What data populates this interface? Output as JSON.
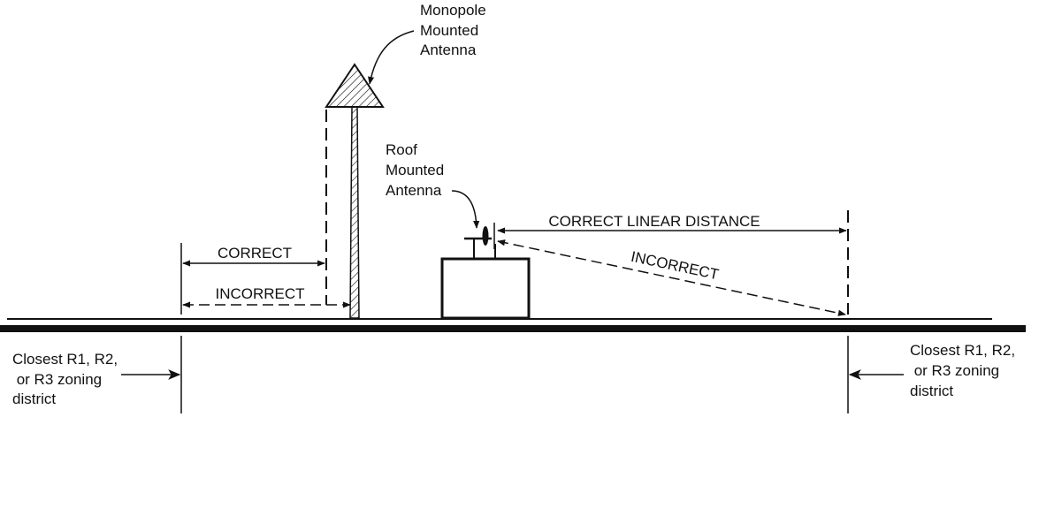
{
  "labels": {
    "monopole": [
      "Monopole",
      "Mounted",
      "Antenna"
    ],
    "roof": [
      "Roof",
      "Mounted",
      "Antenna"
    ],
    "correct": "CORRECT",
    "incorrect_left": "INCORRECT",
    "correct_linear": "CORRECT LINEAR DISTANCE",
    "incorrect_right": "INCORRECT",
    "closest_left": [
      "Closest R1, R2,",
      " or R3 zoning",
      "district"
    ],
    "closest_right": [
      "Closest R1, R2,",
      " or R3 zoning",
      "district"
    ]
  },
  "colors": {
    "ink": "#111111",
    "background": "#ffffff"
  }
}
